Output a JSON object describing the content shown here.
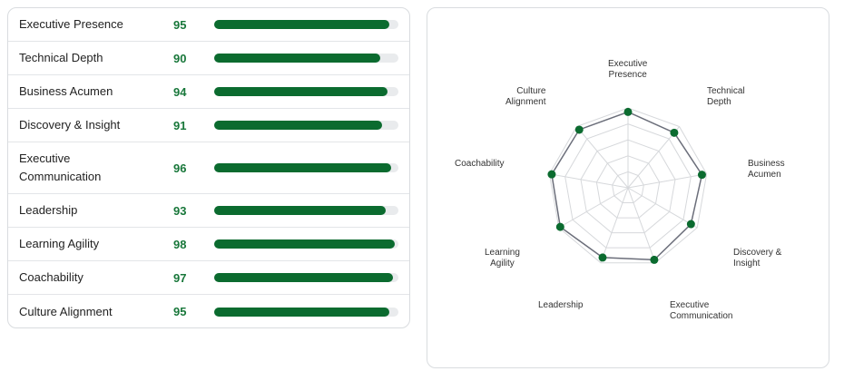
{
  "scores": [
    {
      "label": "Executive Presence",
      "value": 95
    },
    {
      "label": "Technical Depth",
      "value": 90
    },
    {
      "label": "Business Acumen",
      "value": 94
    },
    {
      "label": "Discovery & Insight",
      "value": 91
    },
    {
      "label": "Executive Communication",
      "value": 96
    },
    {
      "label": "Leadership",
      "value": 93
    },
    {
      "label": "Learning Agility",
      "value": 98
    },
    {
      "label": "Coachability",
      "value": 97
    },
    {
      "label": "Culture Alignment",
      "value": 95
    }
  ],
  "radar": {
    "axes": [
      {
        "label": "Executive\nPresence",
        "value": 95
      },
      {
        "label": "Technical\nDepth",
        "value": 90
      },
      {
        "label": "Business\nAcumen",
        "value": 94
      },
      {
        "label": "Discovery &\nInsight",
        "value": 91
      },
      {
        "label": "Executive\nCommunication",
        "value": 96
      },
      {
        "label": "Leadership",
        "value": 93
      },
      {
        "label": "Learning\nAgility",
        "value": 98
      },
      {
        "label": "Coachability",
        "value": 97
      },
      {
        "label": "Culture\nAlignment",
        "value": 95
      }
    ],
    "max": 100,
    "grid_levels": 5
  },
  "colors": {
    "bar_fill": "#0b6b2f",
    "score_text": "#18773a",
    "radar_line": "#6b6e7a",
    "radar_point": "#0b6b2f",
    "grid": "#d6d8db"
  }
}
